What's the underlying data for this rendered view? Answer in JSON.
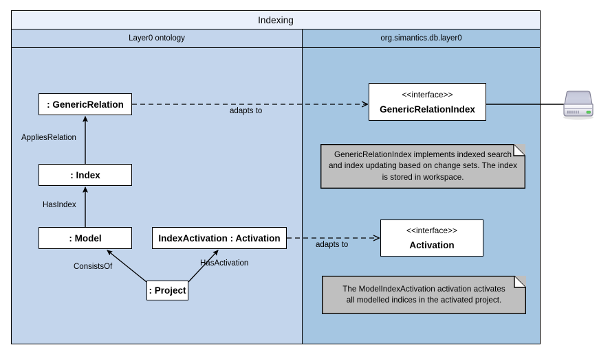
{
  "diagram": {
    "package_title": "Indexing",
    "columns": [
      {
        "name": "layer0-ontology",
        "label": "Layer0 ontology",
        "bg": "#c3d5ec"
      },
      {
        "name": "org-simantics-db-layer0",
        "label": "org.simantics.db.layer0",
        "bg": "#a5c6e2"
      }
    ],
    "colors": {
      "title_band": "#eaf0fb",
      "left_column": "#c3d5ec",
      "right_column": "#a5c6e2",
      "note_fill": "#bfbfbf",
      "box_fill": "#ffffff",
      "stroke": "#000000",
      "disk_led": "#5fd35f"
    },
    "nodes": [
      {
        "id": "generic-relation",
        "name": "generic-relation-box",
        "label": ": GenericRelation",
        "kind": "object"
      },
      {
        "id": "index",
        "name": "index-box",
        "label": ": Index",
        "kind": "object"
      },
      {
        "id": "model",
        "name": "model-box",
        "label": ": Model",
        "kind": "object"
      },
      {
        "id": "index-activation",
        "name": "index-activation-box",
        "label": "IndexActivation : Activation",
        "kind": "object"
      },
      {
        "id": "project",
        "name": "project-box",
        "label": ": Project",
        "kind": "object"
      },
      {
        "id": "generic-relation-index",
        "name": "generic-relation-index-interface",
        "stereotype": "<<interface>>",
        "label": "GenericRelationIndex",
        "kind": "interface"
      },
      {
        "id": "activation",
        "name": "activation-interface",
        "stereotype": "<<interface>>",
        "label": "Activation",
        "kind": "interface"
      }
    ],
    "edges": [
      {
        "id": "applies-relation",
        "label": "AppliesRelation",
        "from": "index",
        "to": "generic-relation",
        "style": "solid-arrow"
      },
      {
        "id": "has-index",
        "label": "HasIndex",
        "from": "model",
        "to": "index",
        "style": "solid-arrow"
      },
      {
        "id": "consists-of",
        "label": "ConsistsOf",
        "from": "project",
        "to": "model",
        "style": "solid-arrow"
      },
      {
        "id": "has-activation",
        "label": "HasActivation",
        "from": "project",
        "to": "index-activation",
        "style": "solid-arrow"
      },
      {
        "id": "adapts-to-1",
        "label": "adapts to",
        "from": "generic-relation",
        "to": "generic-relation-index",
        "style": "dashed-arrow"
      },
      {
        "id": "adapts-to-2",
        "label": "adapts to",
        "from": "index-activation",
        "to": "activation",
        "style": "dashed-arrow"
      },
      {
        "id": "storage-link",
        "label": "",
        "from": "generic-relation-index",
        "to": "disk-storage",
        "style": "solid-plain"
      }
    ],
    "notes": [
      {
        "id": "note-generic-relation-index",
        "name": "note-generic-relation-index",
        "lines": [
          "GenericRelationIndex implements indexed search",
          "and index updating based on change sets. The index",
          "is stored in workspace."
        ]
      },
      {
        "id": "note-model-index-activation",
        "name": "note-model-index-activation",
        "lines": [
          "The ModelIndexActivation activation activates",
          "all modelled indices in the activated project."
        ]
      }
    ],
    "icons": [
      {
        "id": "disk-storage",
        "name": "hard-drive-icon",
        "label": ""
      }
    ]
  }
}
